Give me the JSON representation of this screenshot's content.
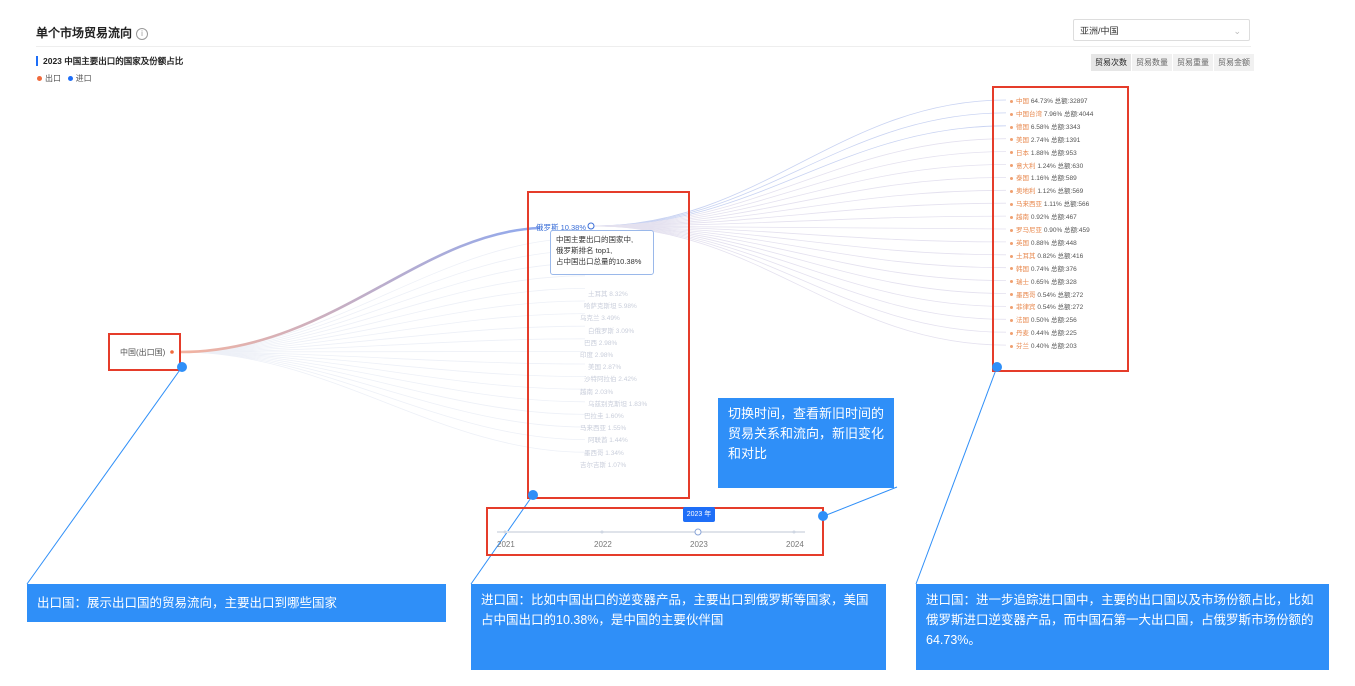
{
  "header": {
    "title": "单个市场贸易流向",
    "region_value": "亚洲/中国"
  },
  "subtitle": "2023 中国主要出口的国家及份额占比",
  "legend": {
    "export": "出口",
    "import": "进口",
    "export_color": "#f06a3c",
    "import_color": "#1e6ef7"
  },
  "tabs": [
    "贸易次数",
    "贸易数量",
    "贸易重量",
    "贸易金额"
  ],
  "origin": {
    "label": "中国(出口国)"
  },
  "russia": {
    "label": "俄罗斯 10.38%"
  },
  "tooltip": {
    "lines": [
      "中国主要出口的国家中,",
      "俄罗斯排名 top1,",
      "占中国出口总量的10.38%"
    ]
  },
  "faded_labels": [
    "土耳其 8.32%",
    "哈萨克斯坦 5.98%",
    "乌克兰 3.49%",
    "白俄罗斯 3.09%",
    "巴西 2.98%",
    "印度 2.98%",
    "美国 2.87%",
    "沙特阿拉伯 2.42%",
    "越南 2.03%",
    "乌兹别克斯坦 1.83%",
    "巴拉圭 1.60%",
    "马来西亚 1.55%",
    "阿联酋 1.44%",
    "墨西哥 1.34%",
    "吉尔吉斯 1.07%"
  ],
  "importers": [
    {
      "name": "中国",
      "text": "64.73% 总额:32897"
    },
    {
      "name": "中国台湾",
      "text": "7.96% 总额:4044"
    },
    {
      "name": "德国",
      "text": "6.58% 总额:3343"
    },
    {
      "name": "美国",
      "text": "2.74% 总额:1391"
    },
    {
      "name": "日本",
      "text": "1.88% 总额:953"
    },
    {
      "name": "意大利",
      "text": "1.24% 总额:630"
    },
    {
      "name": "泰国",
      "text": "1.16% 总额:589"
    },
    {
      "name": "奥地利",
      "text": "1.12% 总额:569"
    },
    {
      "name": "马来西亚",
      "text": "1.11% 总额:566"
    },
    {
      "name": "越南",
      "text": "0.92% 总额:467"
    },
    {
      "name": "罗马尼亚",
      "text": "0.90% 总额:459"
    },
    {
      "name": "英国",
      "text": "0.88% 总额:448"
    },
    {
      "name": "土耳其",
      "text": "0.82% 总额:416"
    },
    {
      "name": "韩国",
      "text": "0.74% 总额:376"
    },
    {
      "name": "瑞士",
      "text": "0.65% 总额:328"
    },
    {
      "name": "墨西哥",
      "text": "0.54% 总额:272"
    },
    {
      "name": "菲律宾",
      "text": "0.54% 总额:272"
    },
    {
      "name": "法国",
      "text": "0.50% 总额:256"
    },
    {
      "name": "丹麦",
      "text": "0.44% 总额:225"
    },
    {
      "name": "芬兰",
      "text": "0.40% 总额:203"
    }
  ],
  "timeline": {
    "selected": "2023 年",
    "ticks": [
      "2021",
      "2022",
      "2023",
      "2024"
    ],
    "selected_index": 2
  },
  "callouts": {
    "switch": "切换时间，查看新旧时间的贸易关系和流向，新旧变化和对比",
    "exporter": "出口国：展示出口国的贸易流向，主要出口到哪些国家",
    "importer1": "进口国：比如中国出口的逆变器产品，主要出口到俄罗斯等国家，美国占中国出口的10.38%，是中国的主要伙伴国",
    "importer2": "进口国：进一步追踪进口国中，主要的出口国以及市场份额占比，比如俄罗斯进口逆变器产品，而中国石第一大出口国，占俄罗斯市场份额的64.73%。"
  }
}
